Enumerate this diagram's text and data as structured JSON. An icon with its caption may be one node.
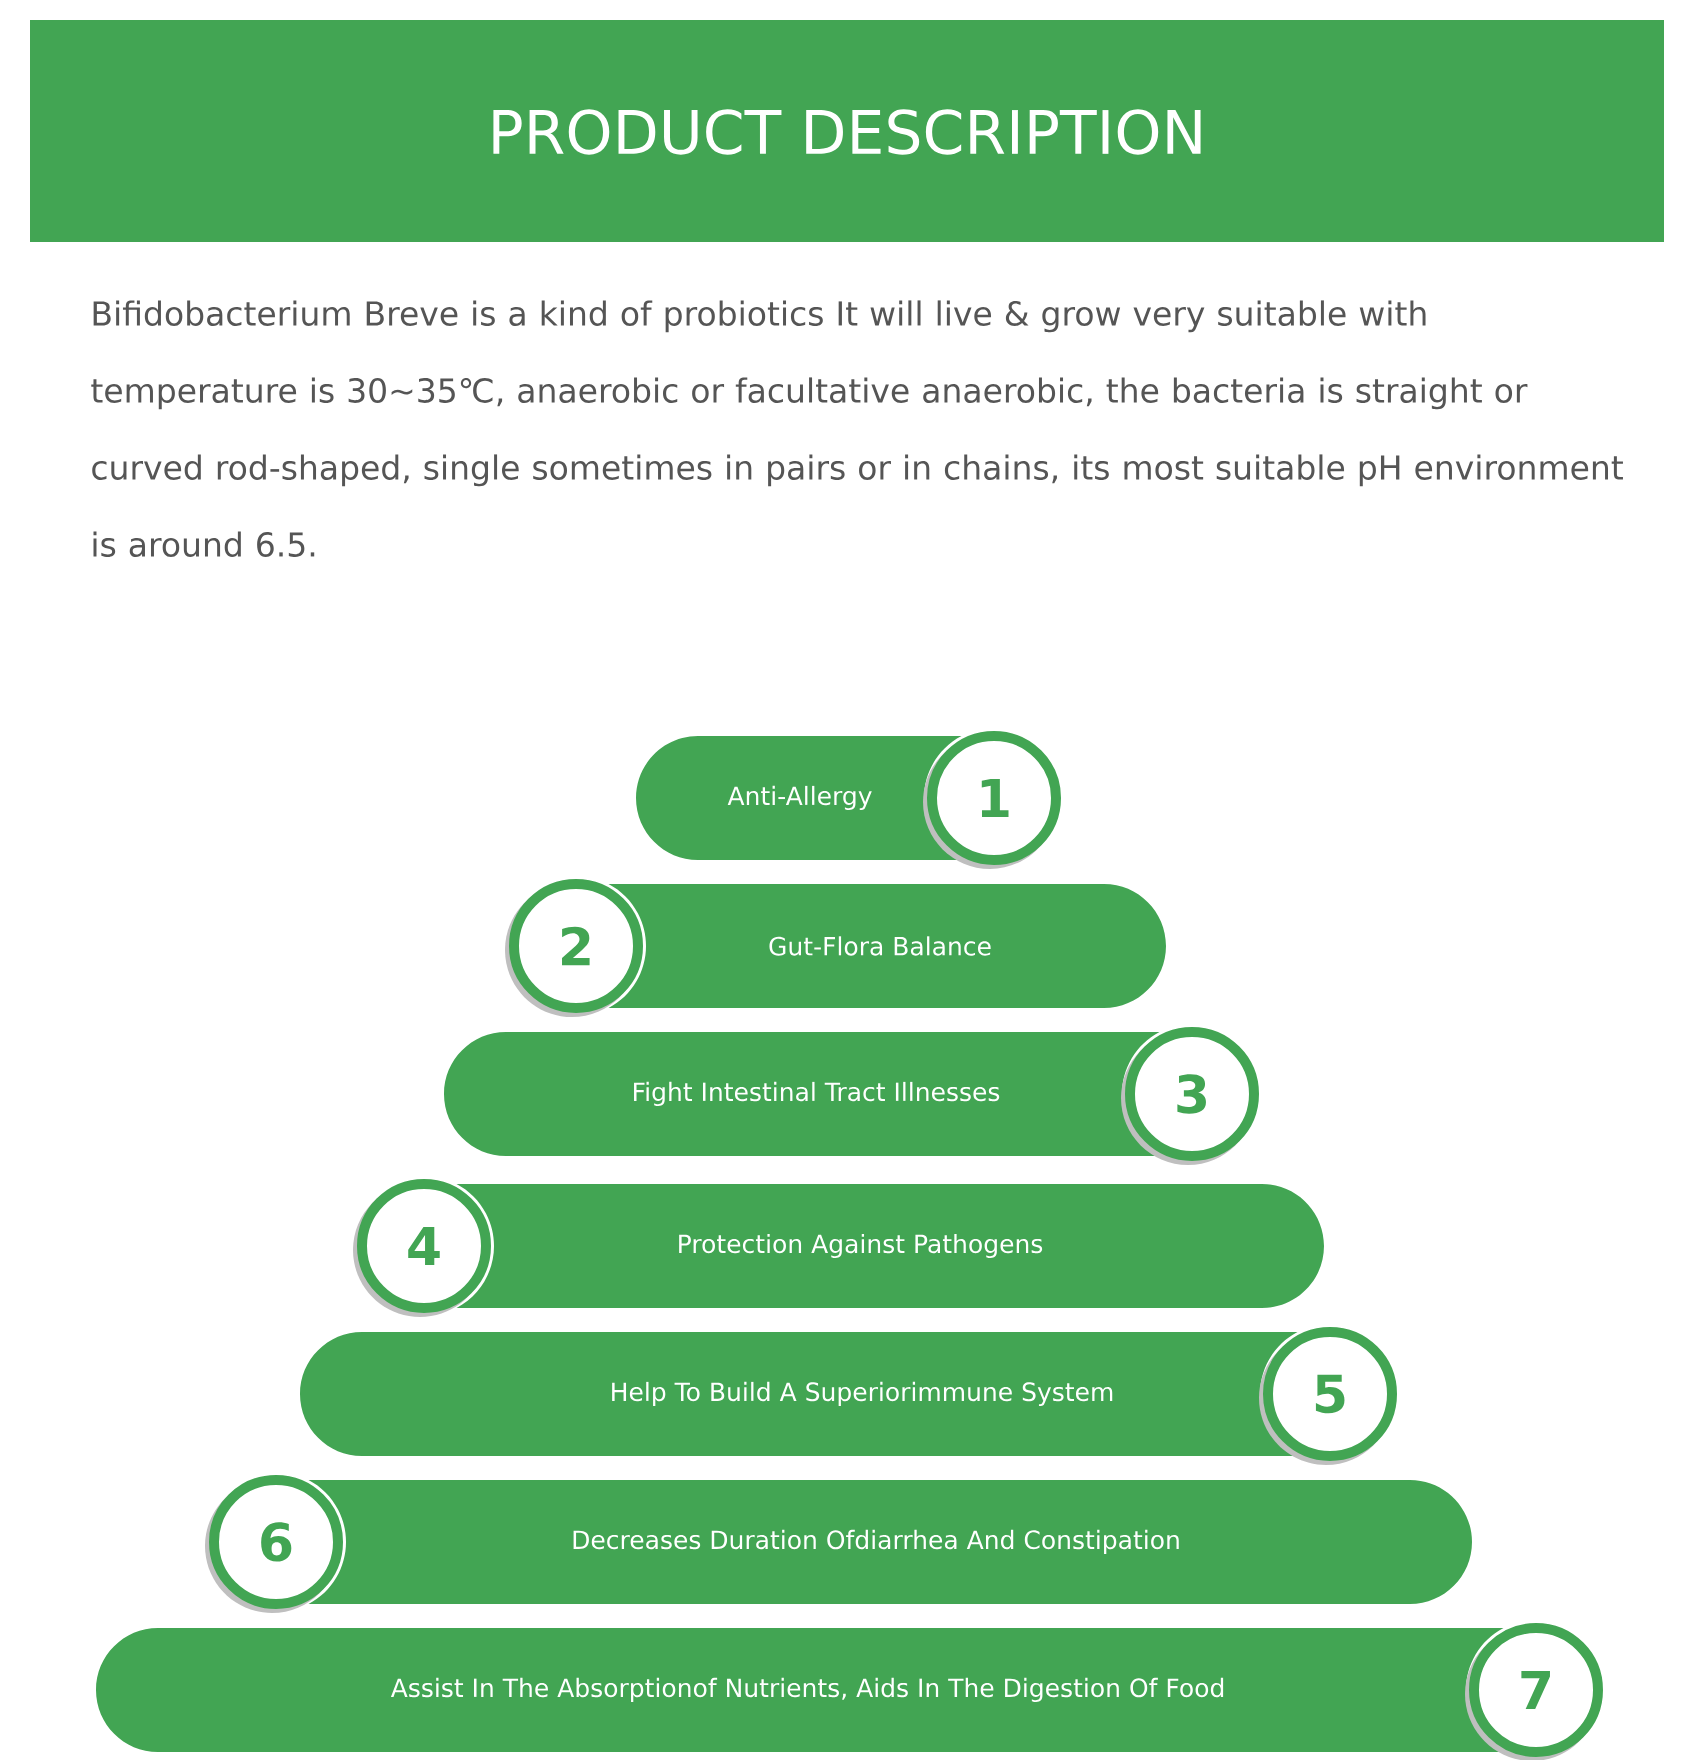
{
  "diagram": {
    "title": "PRODUCT DESCRIPTION",
    "nodes": [
      {
        "text": [
          "Anti-Allergy"
        ]
      },
      {
        "text": [
          "1"
        ]
      },
      {
        "text": [
          "2"
        ]
      },
      {
        "text": [
          "Gut-Flora Balance"
        ]
      },
      {
        "text": [
          "Fight Intestinal Tract Illnesses"
        ]
      },
      {
        "text": [
          "3"
        ]
      },
      {
        "text": [
          "4"
        ]
      },
      {
        "text": [
          "Protection Against Pathogens"
        ]
      },
      {
        "text": [
          "Help To Build A Superiorimmune System"
        ]
      },
      {
        "text": [
          "5"
        ]
      },
      {
        "text": [
          "6"
        ]
      },
      {
        "text": [
          "Decreases Duration Ofdiarrhea And Constipation"
        ]
      },
      {
        "text": [
          "Assist In The Absorptionof Nutrients, Aids In The Digestion Of Food"
        ]
      },
      {
        "text": [
          "7"
        ]
      }
    ],
    "labels": [
      "Bifidobacterium Breve is a kind of probiotics It will live & grow very suitable with temperature is 30~35℃, anaerobic or facultative anaerobic, the bacteria is straight or curved rod-shaped, single sometimes in pairs or in chains, its most suitable pH environment is around 6.5."
    ]
  }
}
